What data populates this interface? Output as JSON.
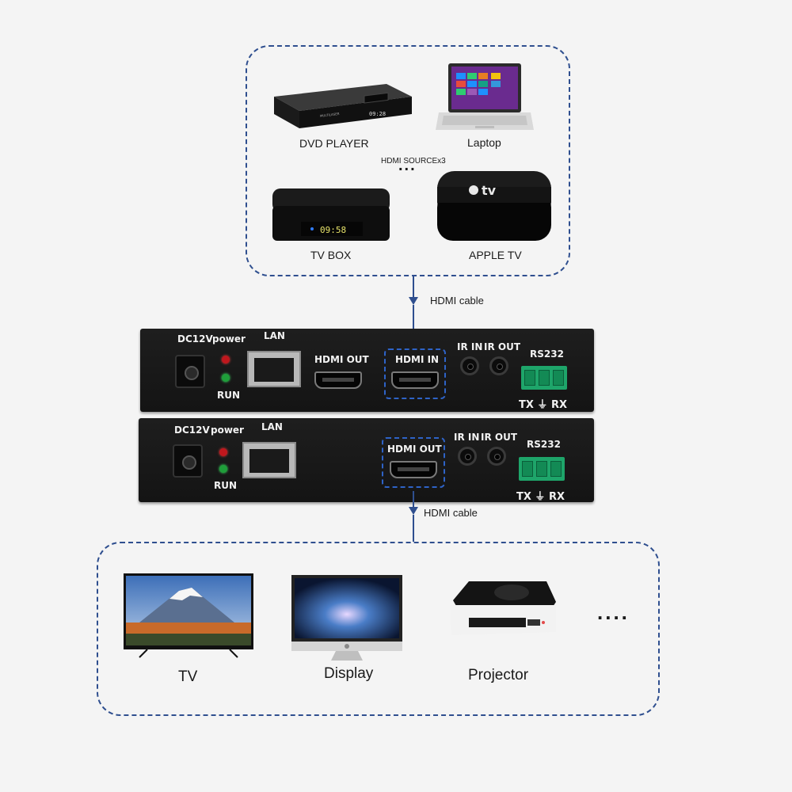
{
  "sources": {
    "dvd_player": "DVD PLAYER",
    "laptop": "Laptop",
    "tv_box": "TV BOX",
    "apple_tv": "APPLE TV",
    "hdmi_source": "HDMI SOURCEx3",
    "dots": "...",
    "dvd_display": "09:28",
    "dvd_brand": "MULTILASER",
    "tvbox_display": "09:58",
    "appletv_logo": "tv"
  },
  "cables": {
    "top": "HDMI cable",
    "bottom": "HDMI cable"
  },
  "transmitter": {
    "dc": "DC12V",
    "power": "power",
    "run": "RUN",
    "lan": "LAN",
    "hdmi_out": "HDMI OUT",
    "hdmi_in": "HDMI IN",
    "ir_in": "IR IN",
    "ir_out": "IR OUT",
    "rs232": "RS232",
    "tx_rx": "TX ⏚ RX"
  },
  "receiver": {
    "dc": "DC12V",
    "power": "power",
    "run": "RUN",
    "lan": "LAN",
    "hdmi_out": "HDMI OUT",
    "ir_in": "IR IN",
    "ir_out": "IR OUT",
    "rs232": "RS232",
    "tx_rx": "TX ⏚ RX"
  },
  "displays": {
    "tv": "TV",
    "display": "Display",
    "projector": "Projector",
    "dots": "...."
  },
  "colors": {
    "dashed_border": "#2f4f8f",
    "highlight": "#2e63c7",
    "rs232_green": "#1ea56a",
    "led_red": "#c0171d",
    "led_green": "#1f9e3a"
  }
}
